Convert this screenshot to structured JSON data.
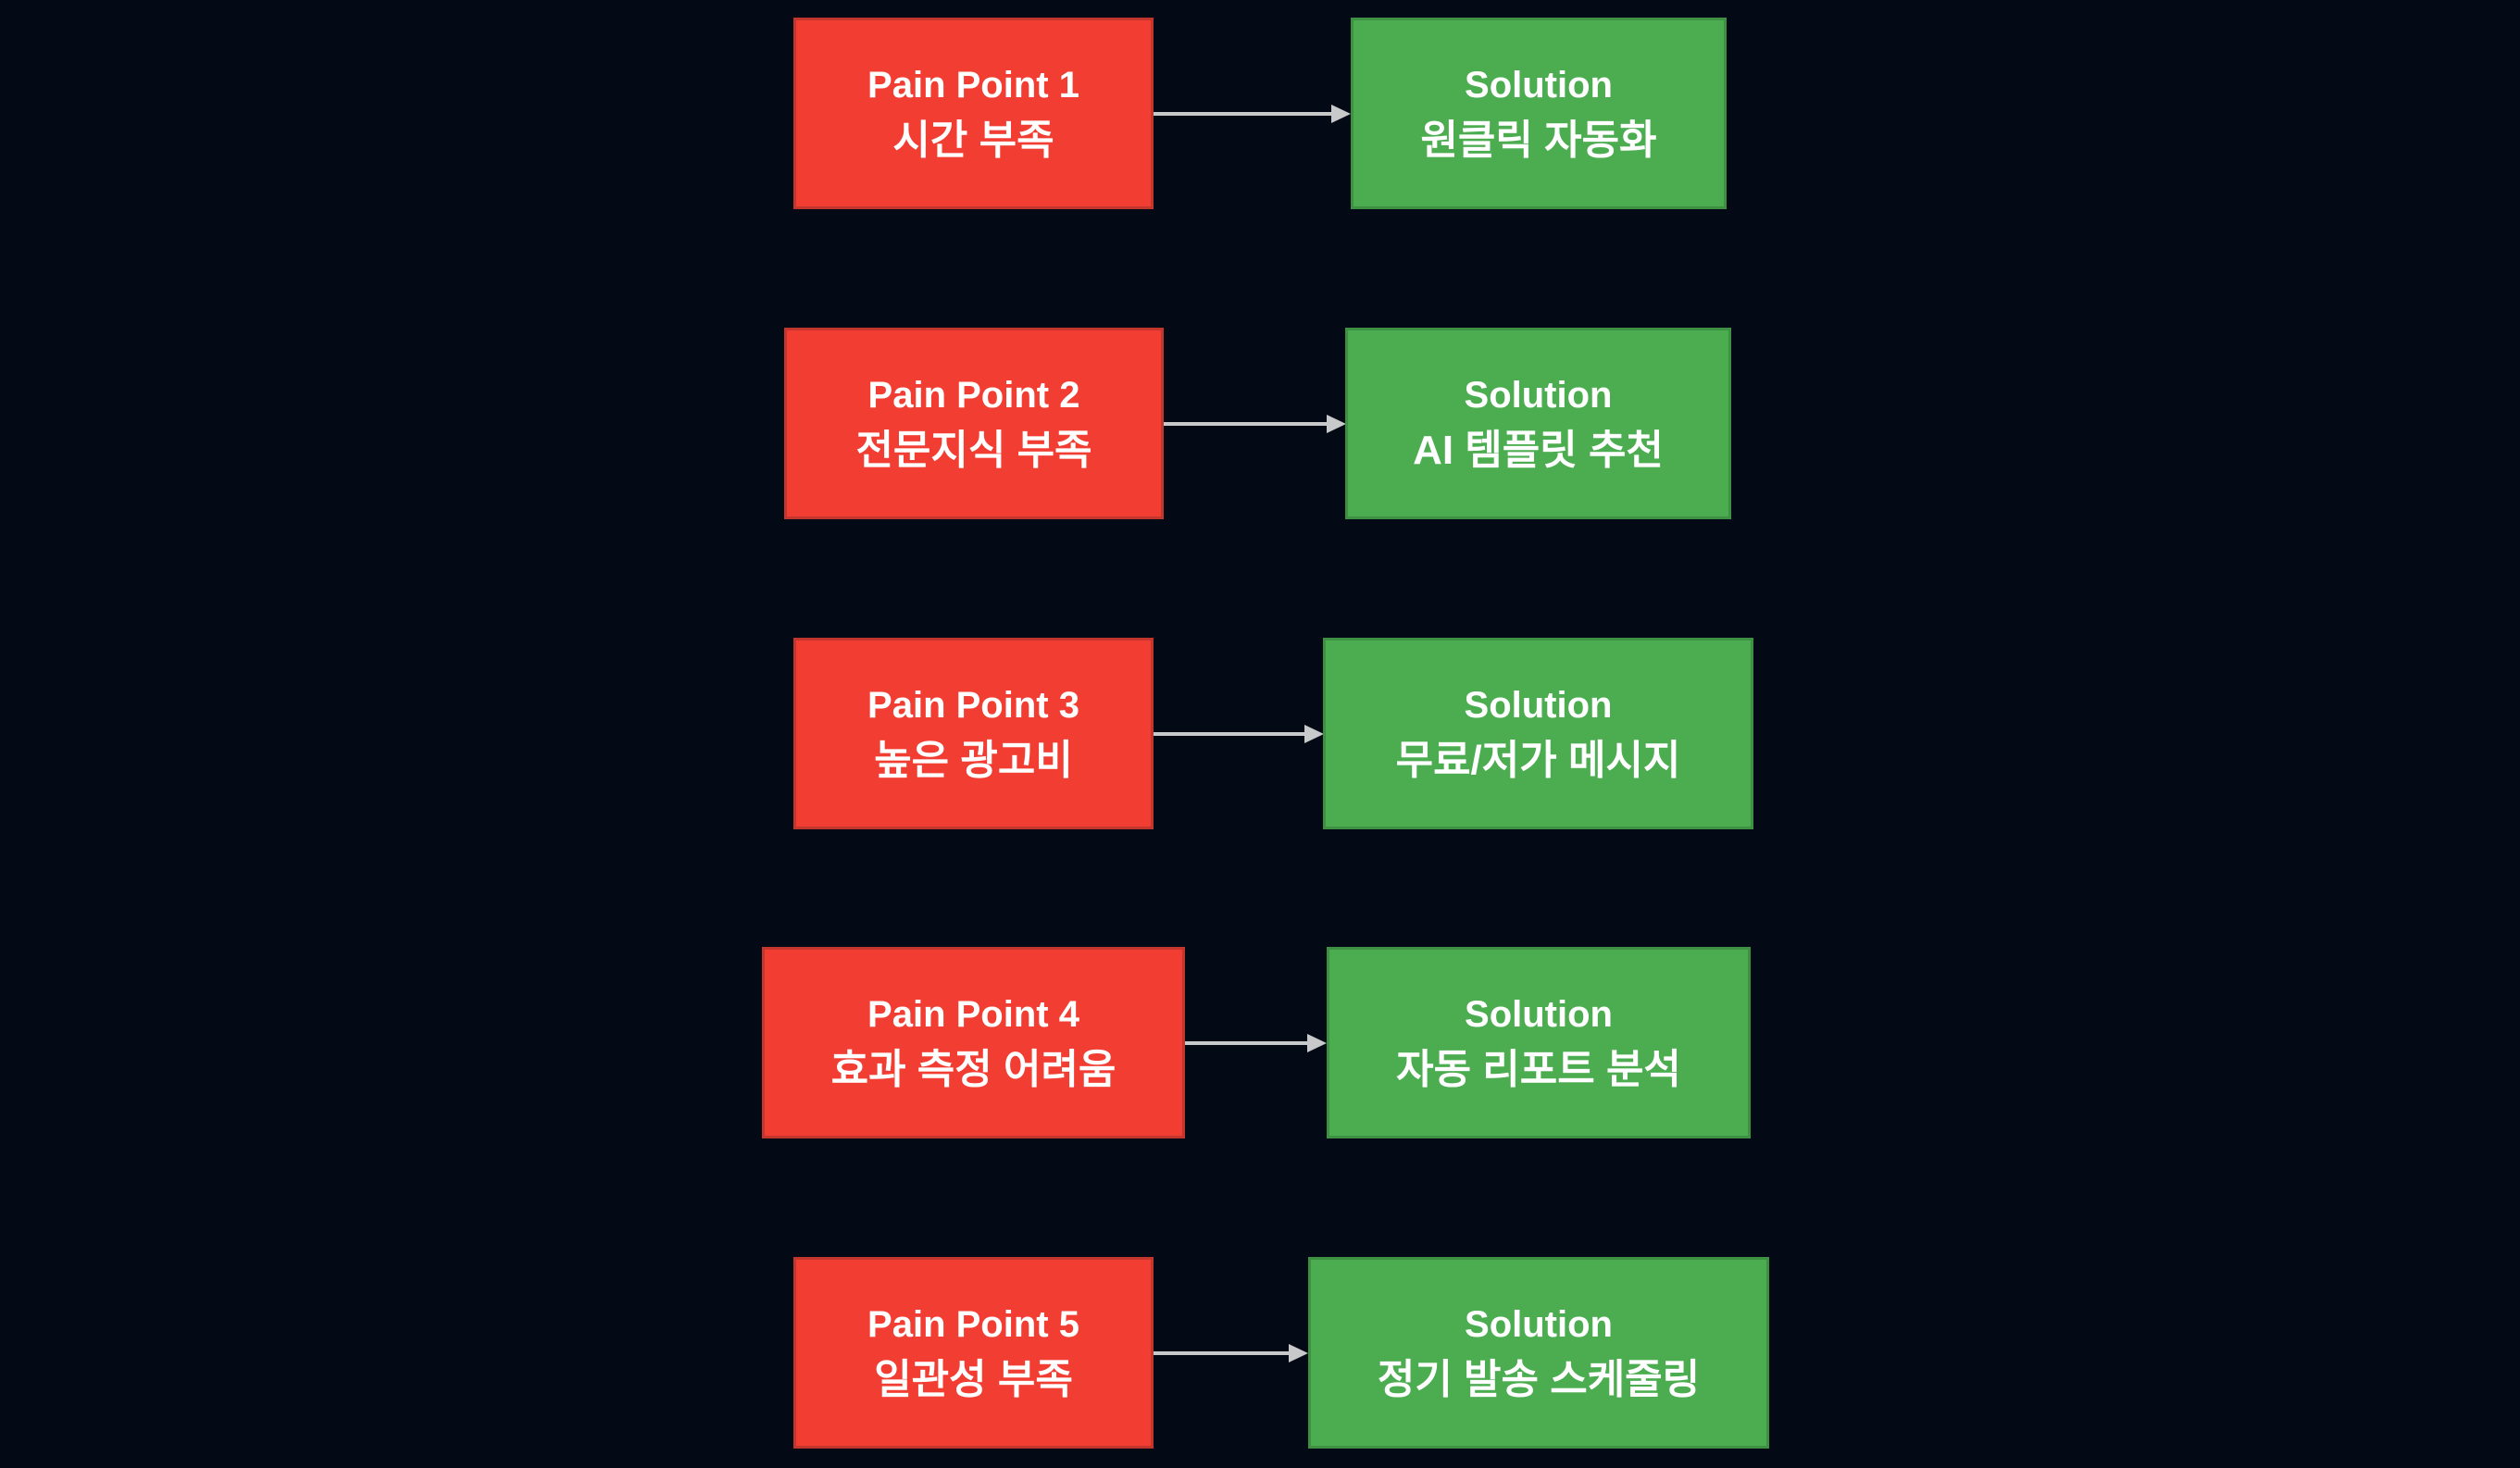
{
  "page": {
    "background": "#040A15"
  },
  "colors": {
    "page_bg": "#040A15",
    "pain_fill": "#F23D33",
    "pain_border": "#C2362E",
    "solution_fill": "#4BAD50",
    "solution_border": "#3E9142",
    "arrow_color": "#C8C9CB",
    "text_color": "#FFFFFF"
  },
  "rows": [
    {
      "pain": {
        "title": "Pain Point 1",
        "subtitle": "시간 부족"
      },
      "solution": {
        "title": "Solution",
        "subtitle": "원클릭 자동화"
      }
    },
    {
      "pain": {
        "title": "Pain Point 2",
        "subtitle": "전문지식 부족"
      },
      "solution": {
        "title": "Solution",
        "subtitle": "AI 템플릿 추천"
      }
    },
    {
      "pain": {
        "title": "Pain Point 3",
        "subtitle": "높은 광고비"
      },
      "solution": {
        "title": "Solution",
        "subtitle": "무료/저가 메시지"
      }
    },
    {
      "pain": {
        "title": "Pain Point 4",
        "subtitle": "효과 측정 어려움"
      },
      "solution": {
        "title": "Solution",
        "subtitle": "자동 리포트 분석"
      }
    },
    {
      "pain": {
        "title": "Pain Point 5",
        "subtitle": "일관성 부족"
      },
      "solution": {
        "title": "Solution",
        "subtitle": "정기 발송 스케줄링"
      }
    }
  ]
}
